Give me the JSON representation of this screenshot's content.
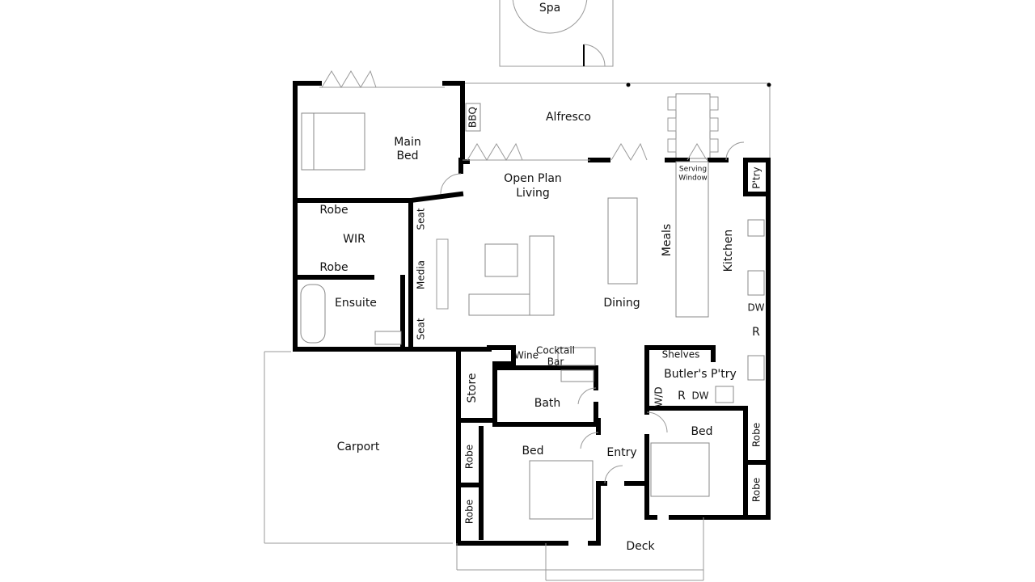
{
  "rooms": {
    "spa": "Spa",
    "alfresco": "Alfresco",
    "bbq": "BBQ",
    "main_bed_1": "Main",
    "main_bed_2": "Bed",
    "open_plan_1": "Open Plan",
    "open_plan_2": "Living",
    "serving_1": "Serving",
    "serving_2": "Window",
    "pantry": "P'try",
    "robe_top": "Robe",
    "wir": "WIR",
    "robe_bottom": "Robe",
    "ensuite": "Ensuite",
    "seat_top": "Seat",
    "media": "Media",
    "seat_bottom": "Seat",
    "meals": "Meals",
    "kitchen": "Kitchen",
    "dining": "Dining",
    "dw_kitchen": "DW",
    "r_kitchen": "R",
    "wine": "Wine",
    "cocktail_1": "Cocktail",
    "cocktail_2": "Bar",
    "shelves": "Shelves",
    "butlers": "Butler's P'try",
    "wd": "W/D",
    "r_butler": "R",
    "dw_butler": "DW",
    "store": "Store",
    "bath": "Bath",
    "carport": "Carport",
    "bed2": "Bed",
    "robe_b2a": "Robe",
    "robe_b2b": "Robe",
    "entry": "Entry",
    "bed3": "Bed",
    "robe_b3a": "Robe",
    "robe_b3b": "Robe",
    "deck": "Deck"
  }
}
